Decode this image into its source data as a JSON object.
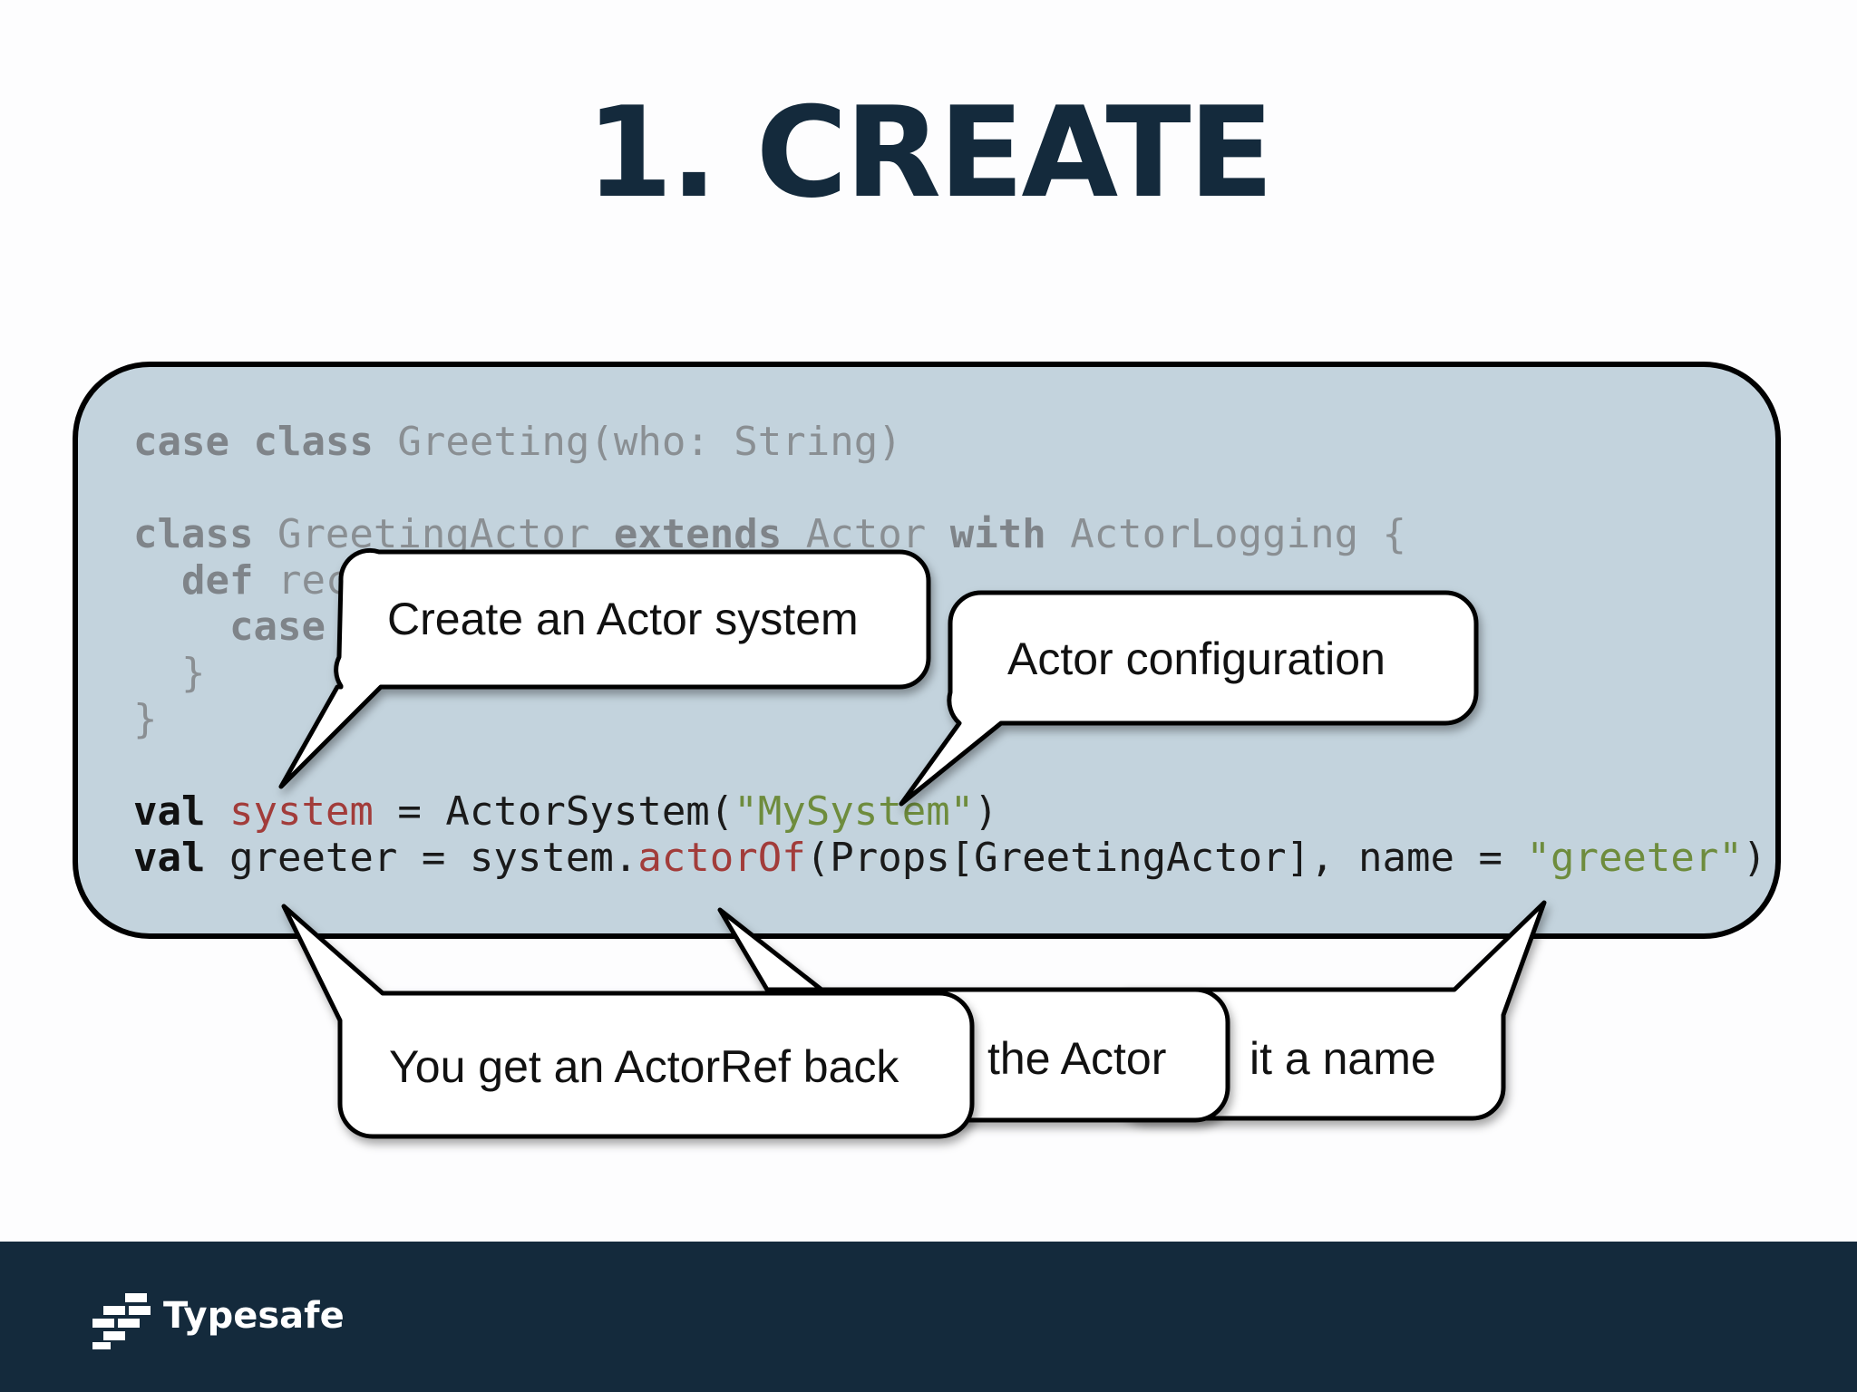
{
  "slide": {
    "title": "1. CREATE"
  },
  "code": {
    "line1": {
      "kw1": "case",
      "kw2": "class",
      "rest": "Greeting(who: String)"
    },
    "line2": {
      "kw1": "class",
      "name": "GreetingActor",
      "kw2": "extends",
      "actor": "Actor",
      "kw3": "with",
      "rest": "ActorLogging {"
    },
    "line3": {
      "kw": "def",
      "rest": "rec"
    },
    "line4": {
      "kw": "case",
      "rest": "("
    },
    "line5": {
      "text": "}"
    },
    "line6": {
      "text": "}"
    },
    "line7": {
      "kw": "val",
      "var": "system",
      "mid": " = ActorSystem(",
      "str": "\"MySystem\"",
      "end": ")"
    },
    "line8": {
      "kw": "val",
      "pre": " greeter = system.",
      "method": "actorOf",
      "mid": "(Props[GreetingActor], name = ",
      "str": "\"greeter\"",
      "end": ")"
    }
  },
  "callouts": {
    "create_system": "Create an Actor system",
    "actor_config": "Actor configuration",
    "give_name": "it a name",
    "create_actor": "the Actor",
    "actorref_back": "You get an ActorRef back"
  },
  "footer": {
    "brand": "Typesafe"
  },
  "colors": {
    "title": "#142a3c",
    "code_bg": "#c3d3dd",
    "footer_bg": "#142a3c",
    "string": "#6e8c3d",
    "identifier_red": "#a23c3a"
  }
}
